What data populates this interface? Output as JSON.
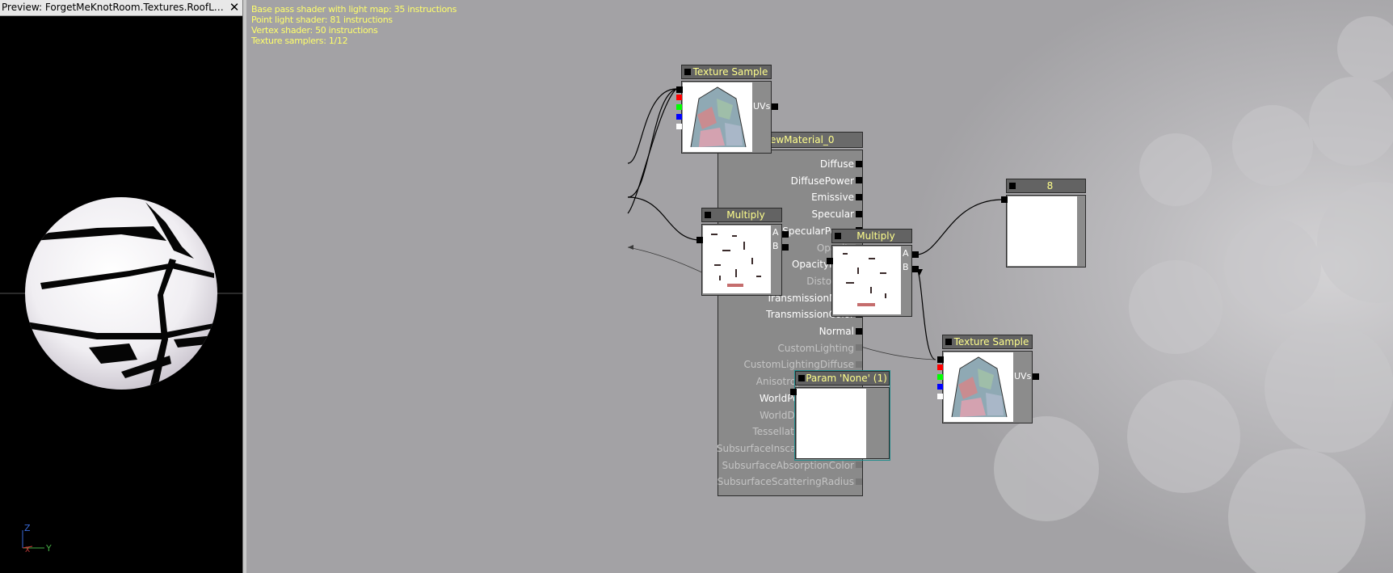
{
  "preview": {
    "title": "Preview: ForgetMeKnotRoom.Textures.RoofLightShade...",
    "close_glyph": "✕",
    "axis": {
      "z": "Z",
      "x": "X",
      "y": "Y"
    }
  },
  "stats": [
    "Base pass shader with light map: 35 instructions",
    "Point light shader: 81 instructions",
    "Vertex shader: 50 instructions",
    "Texture samplers: 1/12"
  ],
  "material_node": {
    "title": "PreviewMaterial_0",
    "inputs": [
      {
        "label": "Diffuse",
        "active": true
      },
      {
        "label": "DiffusePower",
        "active": true
      },
      {
        "label": "Emissive",
        "active": true
      },
      {
        "label": "Specular",
        "active": true
      },
      {
        "label": "SpecularPower",
        "active": true
      },
      {
        "label": "Opacity",
        "active": false
      },
      {
        "label": "OpacityMask",
        "active": true
      },
      {
        "label": "Distortion",
        "active": false
      },
      {
        "label": "TransmissionMask",
        "active": true
      },
      {
        "label": "TransmissionColor",
        "active": true
      },
      {
        "label": "Normal",
        "active": true
      },
      {
        "label": "CustomLighting",
        "active": false
      },
      {
        "label": "CustomLightingDiffuse",
        "active": false
      },
      {
        "label": "AnisotropicDirection",
        "active": false
      },
      {
        "label": "WorldPositionOffset",
        "active": true
      },
      {
        "label": "WorldDisplacement",
        "active": false
      },
      {
        "label": "TessellationMultiplier",
        "active": false
      },
      {
        "label": "SubsurfaceInscatteringColor",
        "active": false
      },
      {
        "label": "SubsurfaceAbsorptionColor",
        "active": false
      },
      {
        "label": "SubsurfaceScatteringRadius",
        "active": false
      }
    ]
  },
  "nodes": {
    "texture_sample_top": {
      "title": "Texture Sample",
      "input_label": "UVs"
    },
    "multiply_1": {
      "title": "Multiply",
      "input_a": "A",
      "input_b": "B"
    },
    "multiply_2": {
      "title": "Multiply",
      "input_a": "A",
      "input_b": "B"
    },
    "constant": {
      "title": "8"
    },
    "texture_sample_bottom": {
      "title": "Texture Sample",
      "input_label": "UVs"
    },
    "param": {
      "title": "Param 'None' (1)"
    }
  },
  "colors": {
    "header_text": "#ffff8c",
    "stats_text": "#ffff6a",
    "channel_r": "#ff0000",
    "channel_g": "#00ff00",
    "channel_b": "#0000ff",
    "channel_a": "#ffffff",
    "selection": "#1f8c8c"
  }
}
